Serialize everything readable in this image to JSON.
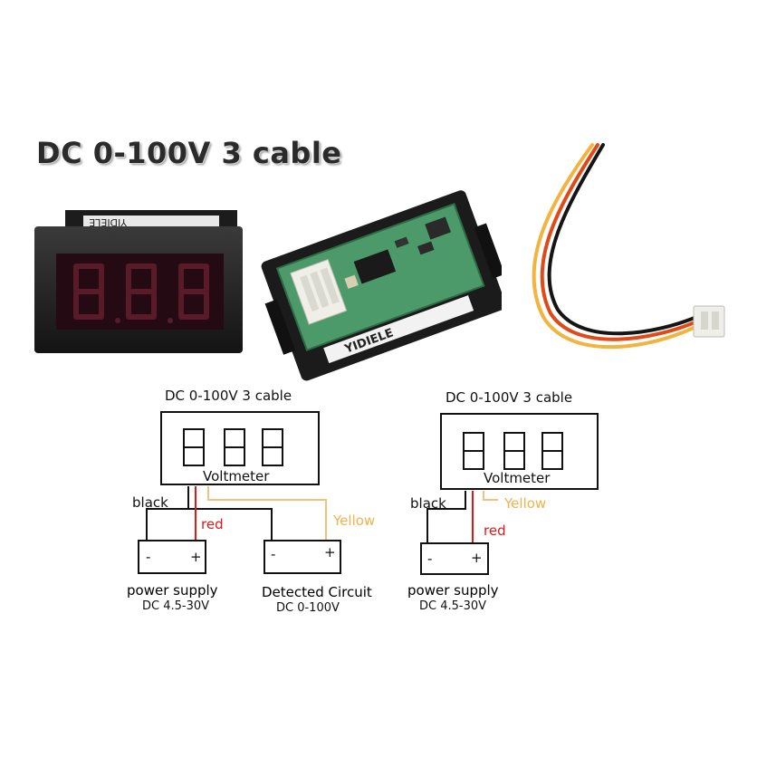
{
  "header": {
    "title": "DC 0-100V 3 cable"
  },
  "photos": {
    "front_label": "YIDIELE",
    "pcb_label": "YIDIELE"
  },
  "diagram_left": {
    "title": "DC 0-100V 3 cable",
    "display_label": "Voltmeter",
    "wire_black": "black",
    "wire_red": "red",
    "wire_yellow": "Yellow",
    "supply_minus": "-",
    "supply_plus": "+",
    "circuit_minus": "-",
    "circuit_plus": "+",
    "supply_caption": "power supply",
    "supply_range": "DC 4.5-30V",
    "circuit_caption": "Detected Circuit",
    "circuit_range": "DC 0-100V"
  },
  "diagram_right": {
    "title": "DC 0-100V 3 cable",
    "display_label": "Voltmeter",
    "wire_black": "black",
    "wire_red": "red",
    "wire_yellow": "Yellow",
    "supply_minus": "-",
    "supply_plus": "+",
    "supply_caption": "power supply",
    "supply_range": "DC 4.5-30V"
  },
  "colors": {
    "wire_black": "#111111",
    "wire_red": "#e01818",
    "wire_yellow": "#f0c27a",
    "segment_off": "#4a1420"
  }
}
